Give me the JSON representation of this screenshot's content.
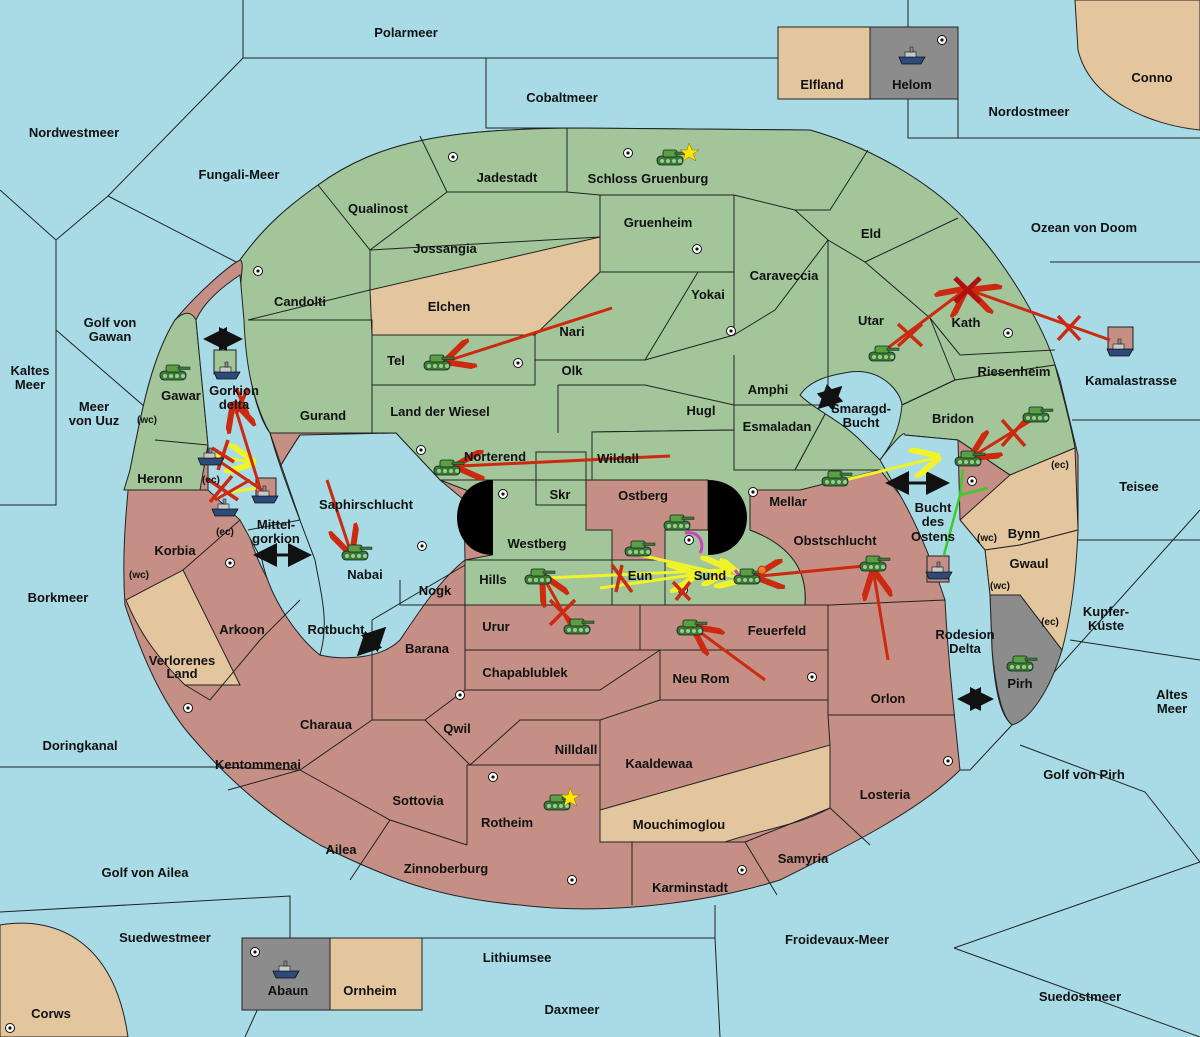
{
  "colors": {
    "sea": "#a8dbe6",
    "green_power": "#a2c59a",
    "red_power": "#c58f86",
    "neutral": "#e3c69e",
    "grey_power": "#8c8c8c",
    "attack_arrow": "#cc2a10",
    "support_arrow": "#f2f22a",
    "convoy_arrow": "#3ccc2a",
    "hold_arrow": "#d040c0"
  },
  "icons": {
    "supply_center": "circle-dot-icon",
    "army": "tank-icon",
    "fleet": "ship-icon",
    "home_star": "star-icon",
    "failed": "x-mark-icon",
    "connection": "double-arrow-icon"
  },
  "seas": {
    "polarmeer": "Polarmeer",
    "cobaltmeer": "Cobaltmeer",
    "nordwestmeer": "Nordwestmeer",
    "fungali": "Fungali-Meer",
    "nordostmeer": "Nordostmeer",
    "ozean": "Ozean von Doom",
    "golf_gawan_1": "Golf von",
    "golf_gawan_2": "Gawan",
    "kaltes_1": "Kaltes",
    "kaltes_2": "Meer",
    "uuz_1": "Meer",
    "uuz_2": "von Uuz",
    "borkmeer": "Borkmeer",
    "doringkanal": "Doringkanal",
    "golf_ailea": "Golf von Ailea",
    "suedwestmeer": "Suedwestmeer",
    "lithiumsee": "Lithiumsee",
    "daxmeer": "Daxmeer",
    "froidevaux": "Froidevaux-Meer",
    "suedostmeer": "Suedostmeer",
    "golf_pirh": "Golf von Pirh",
    "altes_1": "Altes",
    "altes_2": "Meer",
    "kupfer_1": "Kupfer-",
    "kupfer_2": "Küste",
    "teisee": "Teisee",
    "kamalastrasse": "Kamalastrasse",
    "smaragd_1": "Smaragd-",
    "smaragd_2": "Bucht",
    "bucht_1": "Bucht",
    "bucht_2": "des",
    "bucht_3": "Ostens",
    "rotbucht": "Rotbucht",
    "mittel_1": "Mittel-",
    "mittel_2": "gorkion",
    "gorkion_1": "Gorkion",
    "gorkion_2": "delta",
    "rodesion_1": "Rodesion",
    "rodesion_2": "Delta"
  },
  "lands": {
    "elfland": "Elfland",
    "helom": "Helom",
    "conno": "Conno",
    "jadestadt": "Jadestadt",
    "schloss": "Schloss Gruenburg",
    "qualinost": "Qualinost",
    "jossangia": "Jossangia",
    "gruenheim": "Gruenheim",
    "eld": "Eld",
    "caraveccia": "Caraveccia",
    "yokai": "Yokai",
    "candolti": "Candolti",
    "elchen": "Elchen",
    "nari": "Nari",
    "tel": "Tel",
    "olk": "Olk",
    "utar": "Utar",
    "kath": "Kath",
    "riesenheim": "Riesenheim",
    "amphi": "Amphi",
    "gawar": "Gawar",
    "gurand": "Gurand",
    "land_wiesel": "Land der Wiesel",
    "hugl": "Hugl",
    "esmaladan": "Esmaladan",
    "bridon": "Bridon",
    "heronn": "Heronn",
    "norterend": "Norterend",
    "wildall": "Wildall",
    "skr": "Skr",
    "ostberg": "Ostberg",
    "mellar": "Mellar",
    "saphirschlucht": "Saphirschlucht",
    "westberg": "Westberg",
    "obstschlucht": "Obstschlucht",
    "korbia": "Korbia",
    "nabai": "Nabai",
    "hills": "Hills",
    "eun": "Eun",
    "sund": "Sund",
    "bynn": "Bynn",
    "gwaul": "Gwaul",
    "nogk": "Nogk",
    "arkoon": "Arkoon",
    "urur": "Urur",
    "feuerfeld": "Feuerfeld",
    "verlorenes_1": "Verlorenes",
    "verlorenes_2": "Land",
    "barana": "Barana",
    "chapablublek": "Chapablublek",
    "neu_rom": "Neu Rom",
    "orlon": "Orlon",
    "pirh": "Pirh",
    "charaua": "Charaua",
    "qwil": "Qwil",
    "nilldall": "Nilldall",
    "kaaldewaa": "Kaaldewaa",
    "kentommenai": "Kentommenai",
    "sottovia": "Sottovia",
    "losteria": "Losteria",
    "rotheim": "Rotheim",
    "mouchimoglou": "Mouchimoglou",
    "ailea": "Ailea",
    "samyria": "Samyria",
    "zinnoberburg": "Zinnoberburg",
    "karminstadt": "Karminstadt",
    "abaun": "Abaun",
    "ornheim": "Ornheim",
    "corws": "Corws"
  },
  "coasts": {
    "wc": "(wc)",
    "ec": "(ec)"
  }
}
